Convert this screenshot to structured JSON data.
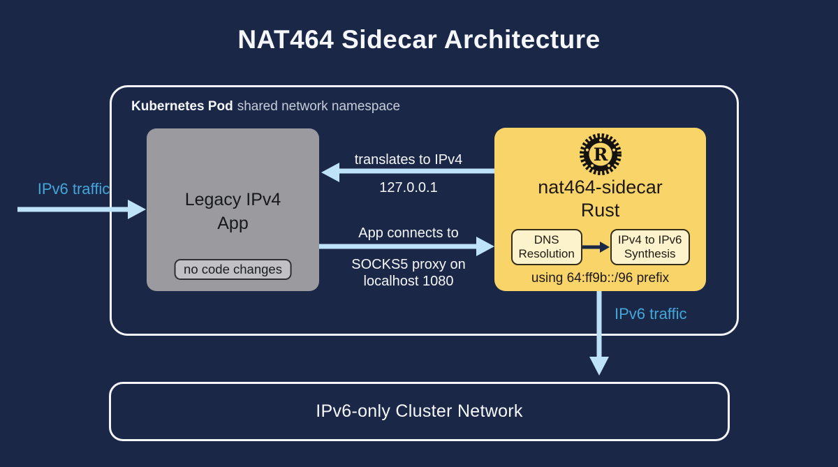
{
  "title": "NAT464 Sidecar Architecture",
  "pod": {
    "label_bold": "Kubernetes Pod",
    "label_rest": "shared network namespace"
  },
  "legacy": {
    "title": "Legacy IPv4\nApp",
    "badge": "no code changes"
  },
  "sidecar": {
    "logo": "rust-logo",
    "name": "nat464-sidecar",
    "lang": "Rust",
    "steps": [
      "DNS\nResolution",
      "IPv4 to IPv6\nSynthesis"
    ],
    "prefix_note": "using 64:ff9b::/96 prefix"
  },
  "arrows": {
    "ingress_label": "IPv6 traffic",
    "translate_label": "translates to IPv4",
    "translate_sublabel": "127.0.0.1",
    "connect_label": "App connects to",
    "connect_sublabel": "SOCKS5 proxy on\nlocalhost 1080",
    "egress_label": "IPv6 traffic"
  },
  "cluster": {
    "label": "IPv6-only Cluster Network"
  },
  "colors": {
    "background": "#1b2747",
    "border_white": "#f4f6f9",
    "arrow_blue": "#bee2f7",
    "traffic_cyan": "#44a6d9",
    "yellow_fill": "#f9d468",
    "gray_fill": "#9b9b9f"
  }
}
